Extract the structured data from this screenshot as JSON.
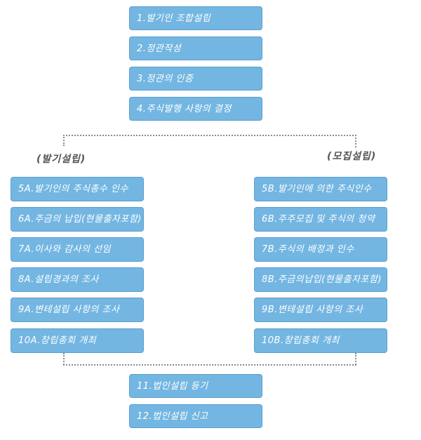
{
  "top_steps": [
    "1.발기인 조합설립",
    "2.정관작성",
    "3.정관의 인증",
    "4.주식발행 사항의 결정"
  ],
  "left_branch": {
    "label": "(발기설립)",
    "steps": [
      "5A.발기인의 주식총수 인수",
      "6A.주금의 납입(현물출자포함)",
      "7A.이사와 감사의 선임",
      "8A.설립경과의 조사",
      "9A.변테설립 사항의 조사",
      "10A.창립총회 개최"
    ]
  },
  "right_branch": {
    "label": "(모집설립)",
    "steps": [
      "5B.발기인에 의한 주식인수",
      "6B.주주모집 및 주식의 청약",
      "7B.주식의 배정과 인수",
      "8B.주금의납입(현물출자포함)",
      "9B.변테설립 사항의 조사",
      "10B.창립총회 개최"
    ]
  },
  "bottom_steps": [
    "11.법인설립 등기",
    "12.법인설립 신고"
  ],
  "colors": {
    "box_fill": "#74b6e2",
    "box_border": "#5a9fd0",
    "box_text": "#ffffff",
    "connector": "#8a8a8a"
  }
}
